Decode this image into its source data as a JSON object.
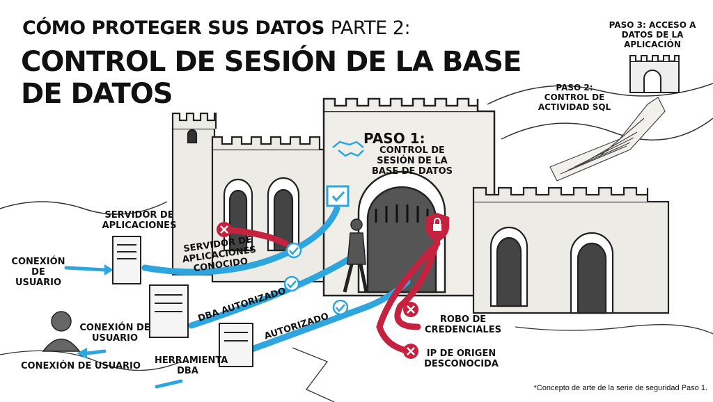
{
  "title": {
    "line1_bold": "CÓMO PROTEGER SUS DATOS",
    "line1_light": "PARTE 2:",
    "main": "CONTROL DE SESIÓN DE LA BASE DE DATOS"
  },
  "steps": {
    "step1_title": "PASO 1:",
    "step1_text": "CONTROL DE SESIÓN DE LA BASE DE DATOS",
    "step2_text": "PASO 2: CONTROL DE ACTIVIDAD SQL",
    "step3_text": "PASO 3: ACCESO A DATOS DE LA APLICACIÓN"
  },
  "labels": {
    "app_server": "SERVIDOR DE APLICACIONES",
    "known_app_server": "SERVIDOR DE APLICACIONES CONOCIDO",
    "user_conn_left": "CONEXIÓN DE USUARIO",
    "authorized_dba": "DBA AUTORIZADO",
    "authorized": "AUTORIZADO",
    "user_conn_mid": "CONEXIÓN DE USUARIO",
    "user_conn_bottom": "CONEXIÓN DE USUARIO",
    "dba_tool": "HERRAMIENTA DBA",
    "credential_theft": "ROBO DE CREDENCIALES",
    "unknown_ip": "IP DE ORIGEN DESCONOCIDA"
  },
  "footnote": "*Concepto de arte de la serie de seguridad Paso 1.",
  "colors": {
    "allowed": "#2ea6dd",
    "denied": "#c4223e",
    "stone": "#e9e7e2",
    "ink": "#222222"
  }
}
